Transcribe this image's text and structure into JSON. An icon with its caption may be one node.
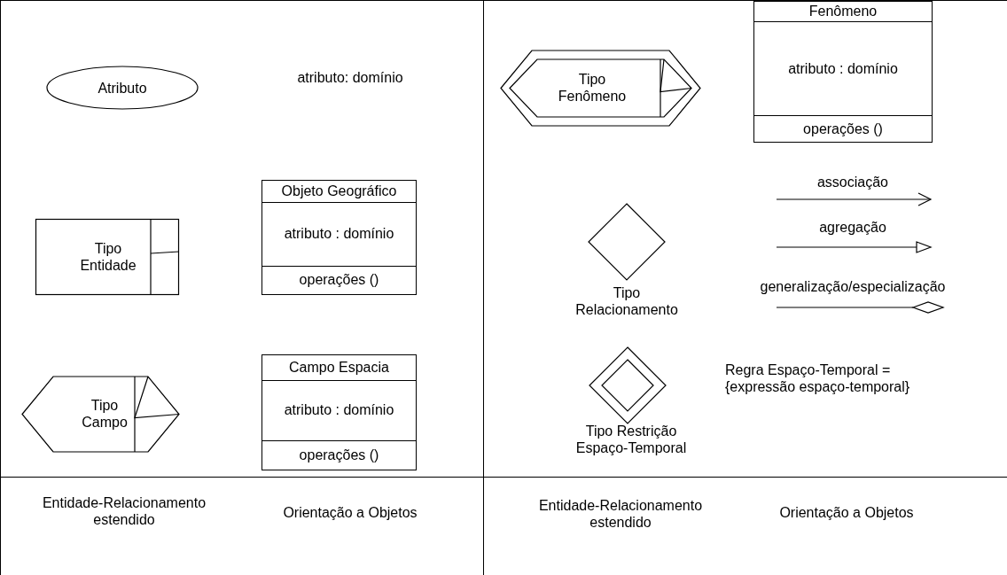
{
  "diagram": {
    "nodes": [
      {
        "text": [
          "Atributo"
        ]
      },
      {
        "text": [
          "Tipo Entidade"
        ]
      },
      {
        "text": [
          "Tipo Campo"
        ]
      },
      {
        "text": [
          "Objeto Geográfico",
          "atributo : domínio",
          "operações ()"
        ]
      },
      {
        "text": [
          "Campo Espacia",
          "atributo : domínio",
          "operações ()"
        ]
      },
      {
        "text": [
          "Tipo Fenômeno"
        ]
      },
      {
        "text": [
          "Fenômeno",
          "atributo : domínio",
          "operações ()"
        ]
      },
      {
        "text": [
          "Tipo Relacionamento"
        ]
      },
      {
        "text": [
          "Tipo Restrição Espaço-Temporal"
        ]
      }
    ],
    "labels": [
      "atributo: domínio",
      "associação",
      "agregação",
      "generalização/especialização",
      "Regra Espaço-Temporal = {expressão espaço-temporal}",
      "Entidade-Relacionamento estendido",
      "Orientação a Objetos",
      "Entidade-Relacionamento estendido",
      "Orientação a Objetos"
    ]
  }
}
